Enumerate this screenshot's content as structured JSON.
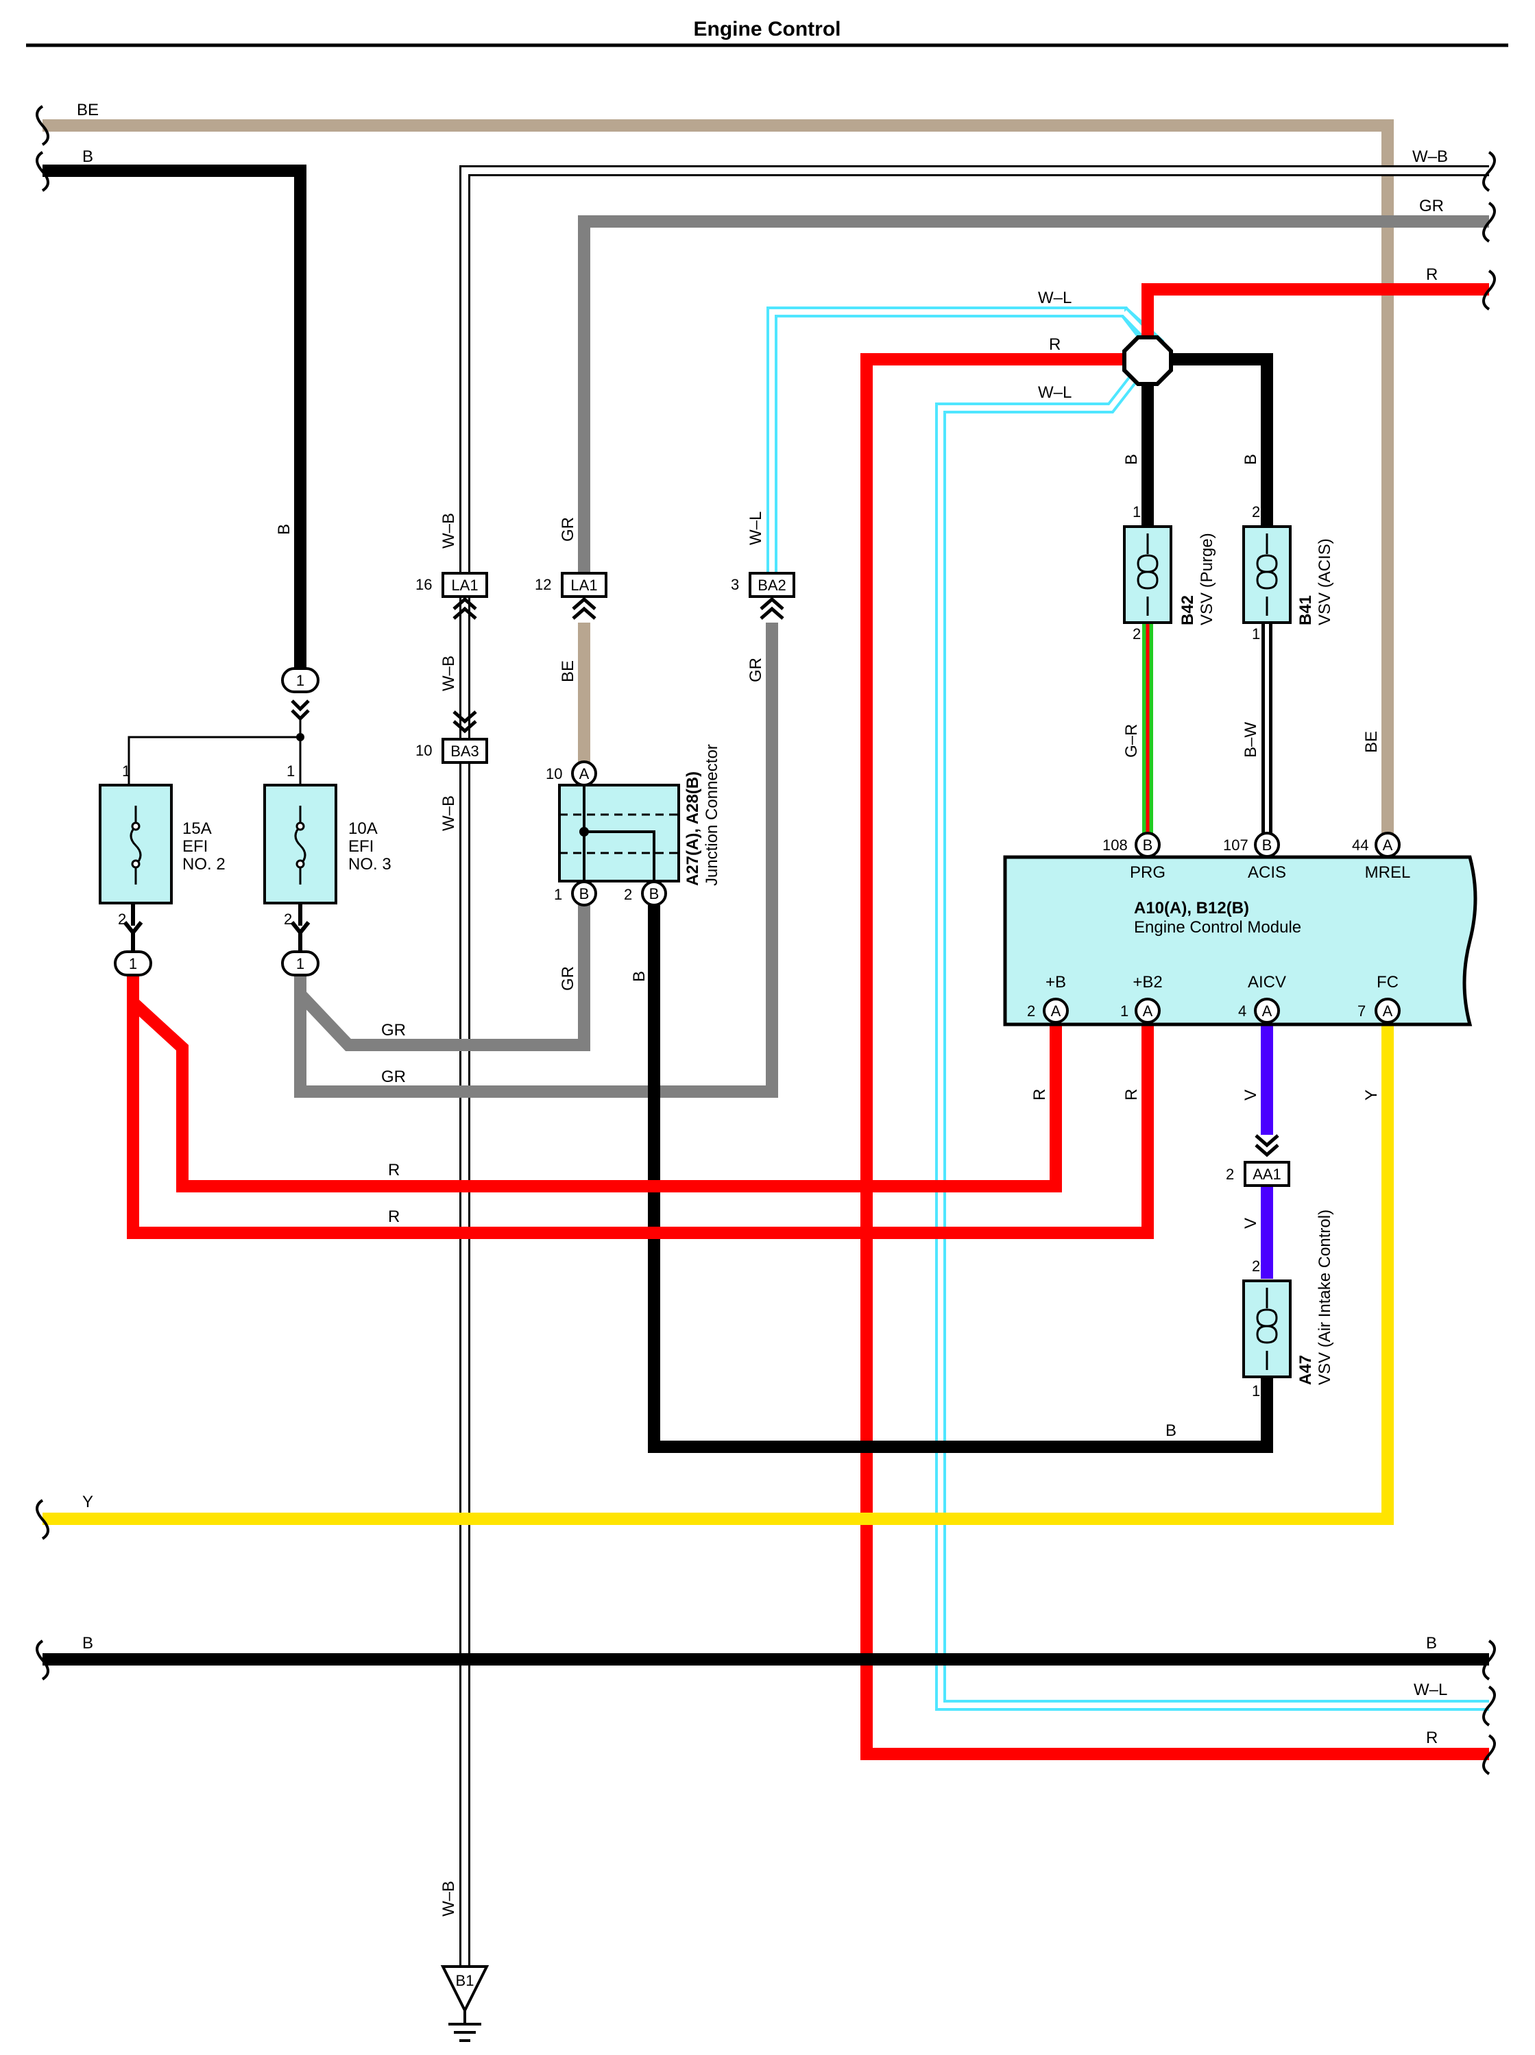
{
  "page": {
    "title": "Engine Control"
  },
  "colors": {
    "R": "#ff0000",
    "B": "#000000",
    "GR": "#808080",
    "BE": "#b8a690",
    "Y": "#ffe400",
    "V": "#4a00ff",
    "L": "#46e8ff",
    "G": "#22cc22",
    "component_fill": "#bff3f3"
  },
  "wire_codes": {
    "BE": "BE",
    "B": "B",
    "WB": "W–B",
    "GR": "GR",
    "R": "R",
    "WL": "W–L",
    "GR_stripe": "G–R",
    "BW": "B–W",
    "V": "V",
    "Y": "Y"
  },
  "fuses": [
    {
      "rating": "15A",
      "name1": "EFI",
      "name2": "NO. 2",
      "pin_in": "1",
      "pin_out": "2"
    },
    {
      "rating": "10A",
      "name1": "EFI",
      "name2": "NO. 3",
      "pin_in": "1",
      "pin_out": "2"
    }
  ],
  "connectors": {
    "la1_16": {
      "id": "LA1",
      "pin": "16"
    },
    "la1_12": {
      "id": "LA1",
      "pin": "12"
    },
    "ba2_3": {
      "id": "BA2",
      "pin": "3"
    },
    "ba3_10": {
      "id": "BA3",
      "pin": "10"
    },
    "aa1_2": {
      "id": "AA1",
      "pin": "2"
    },
    "inline_1": "1"
  },
  "junction_connector": {
    "code": "A27(A), A28(B)",
    "name": "Junction Connector",
    "pin_top": "10",
    "pin_top_conn": "A",
    "pin_b1": "1",
    "pin_b1_conn": "B",
    "pin_b2": "2",
    "pin_b2_conn": "B"
  },
  "vsv_purge": {
    "code": "B42",
    "name": "VSV (Purge)",
    "pin1": "1",
    "pin2": "2"
  },
  "vsv_acis": {
    "code": "B41",
    "name": "VSV (ACIS)",
    "pin1": "2",
    "pin2": "1"
  },
  "vsv_aic": {
    "code": "A47",
    "name": "VSV (Air Intake Control)",
    "pin1": "2",
    "pin2": "1"
  },
  "ecm": {
    "code": "A10(A), B12(B)",
    "name": "Engine Control Module",
    "top_pins": [
      {
        "num": "108",
        "conn": "B",
        "label": "PRG"
      },
      {
        "num": "107",
        "conn": "B",
        "label": "ACIS"
      },
      {
        "num": "44",
        "conn": "A",
        "label": "MREL"
      }
    ],
    "bottom_pins": [
      {
        "num": "2",
        "conn": "A",
        "label": "+B"
      },
      {
        "num": "1",
        "conn": "A",
        "label": "+B2"
      },
      {
        "num": "4",
        "conn": "A",
        "label": "AICV"
      },
      {
        "num": "7",
        "conn": "A",
        "label": "FC"
      }
    ]
  },
  "ground": {
    "id": "B1"
  }
}
